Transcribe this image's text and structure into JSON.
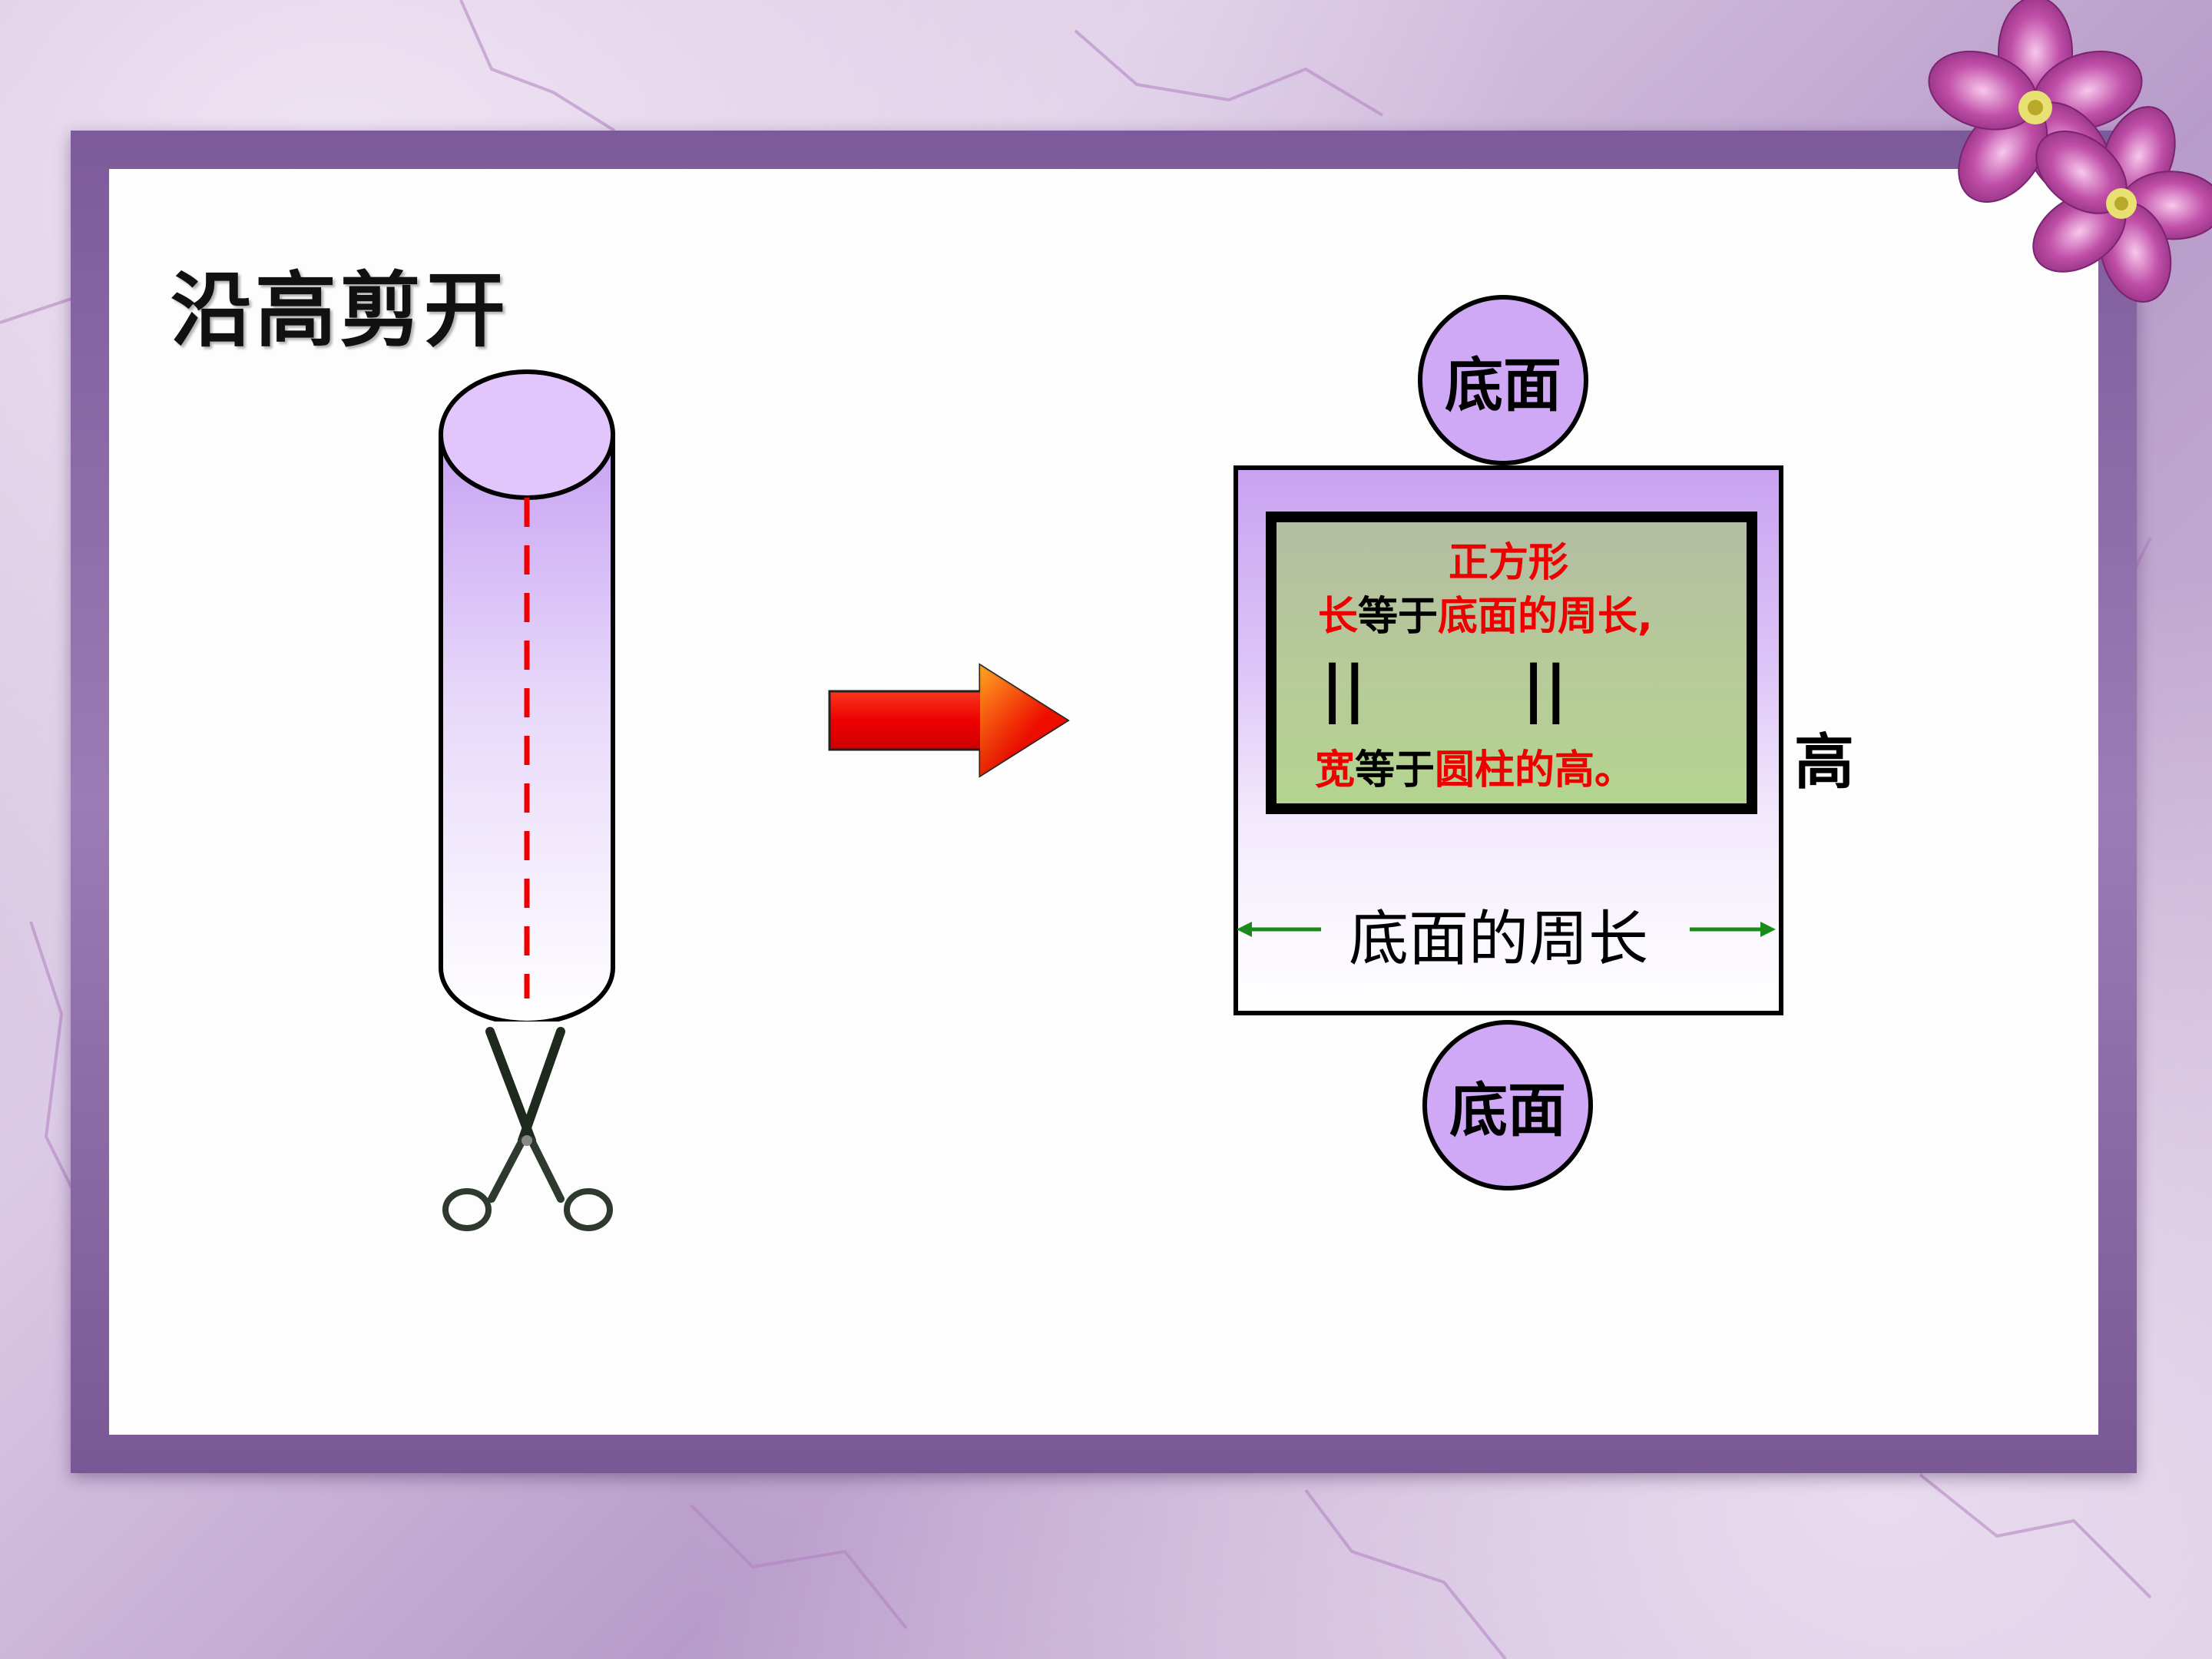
{
  "slide": {
    "title": "沿高剪开"
  },
  "net": {
    "top_circle": "底面",
    "bottom_circle": "底面",
    "rect_shape": "正方形",
    "line1_a": "长",
    "line1_b": "等于",
    "line1_c": "底面的周长,",
    "eq_sign": "||",
    "line2_a": "宽",
    "line2_b": "等于",
    "line2_c": "圆柱的高。",
    "circumference_label": "底面的周长",
    "height_label": "高"
  },
  "colors": {
    "cylinder_fill": "#cfa9f5",
    "cut_line": "#ee0000",
    "arrow": "#ee0000",
    "label_red": "#ee0000",
    "measure_arrow": "#1a8a1a"
  },
  "icons": [
    "scissors-icon",
    "arrow-right-icon",
    "flower-icon"
  ]
}
